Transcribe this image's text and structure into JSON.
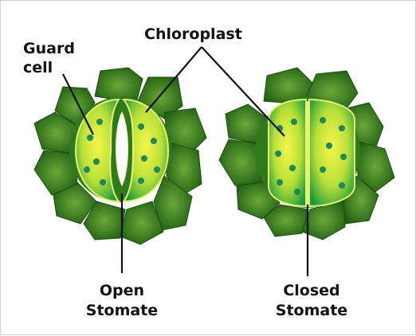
{
  "labels": {
    "guard_cell_line1": "Guard",
    "guard_cell_line2": "cell",
    "chloroplast": "Chloroplast",
    "open_line1": "Open",
    "open_line2": "Stomate",
    "closed_line1": "Closed",
    "closed_line2": "Stomate"
  },
  "colors": {
    "epidermis_dark": "#1f5d12",
    "epidermis_light": "#6aa83a",
    "guard_cell_center": "#f4f64a",
    "guard_cell_edge": "#1d9a3c",
    "chloroplast_dot": "#1f8a55",
    "pore": "#ffffff"
  }
}
